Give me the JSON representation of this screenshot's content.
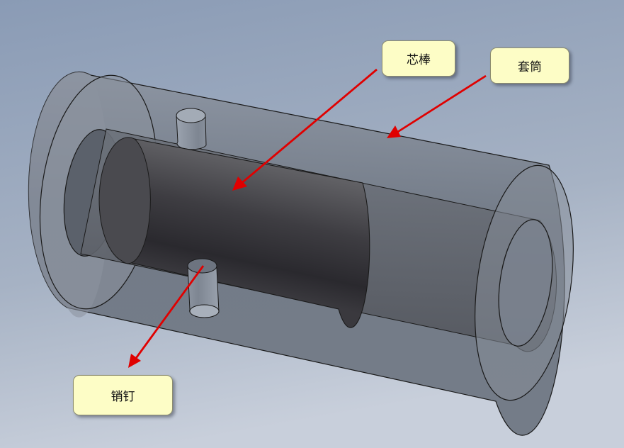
{
  "labels": {
    "mandrel": "芯棒",
    "sleeve": "套筒",
    "pin": "销钉"
  },
  "colors": {
    "background_top": "#8fa0b8",
    "background_bottom": "#c5ccd8",
    "arrow": "#e00000",
    "callout_fill": "#fdfdc6",
    "mandrel_dark": "#2a292e",
    "mandrel_light": "#6a6a6c",
    "sleeve_translucent": "#7d8592"
  }
}
